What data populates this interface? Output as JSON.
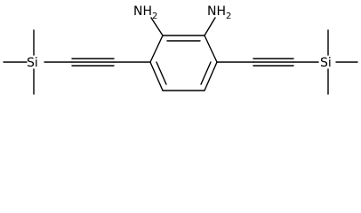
{
  "structure": {
    "atoms": {
      "amine_left": {
        "label": "NH",
        "sub": "2"
      },
      "amine_right": {
        "label": "NH",
        "sub": "2"
      },
      "silicon_left": {
        "label": "Si"
      },
      "silicon_right": {
        "label": "Si"
      }
    },
    "colors": {
      "bond": "#000000",
      "text": "#000000",
      "background": "#ffffff"
    }
  }
}
